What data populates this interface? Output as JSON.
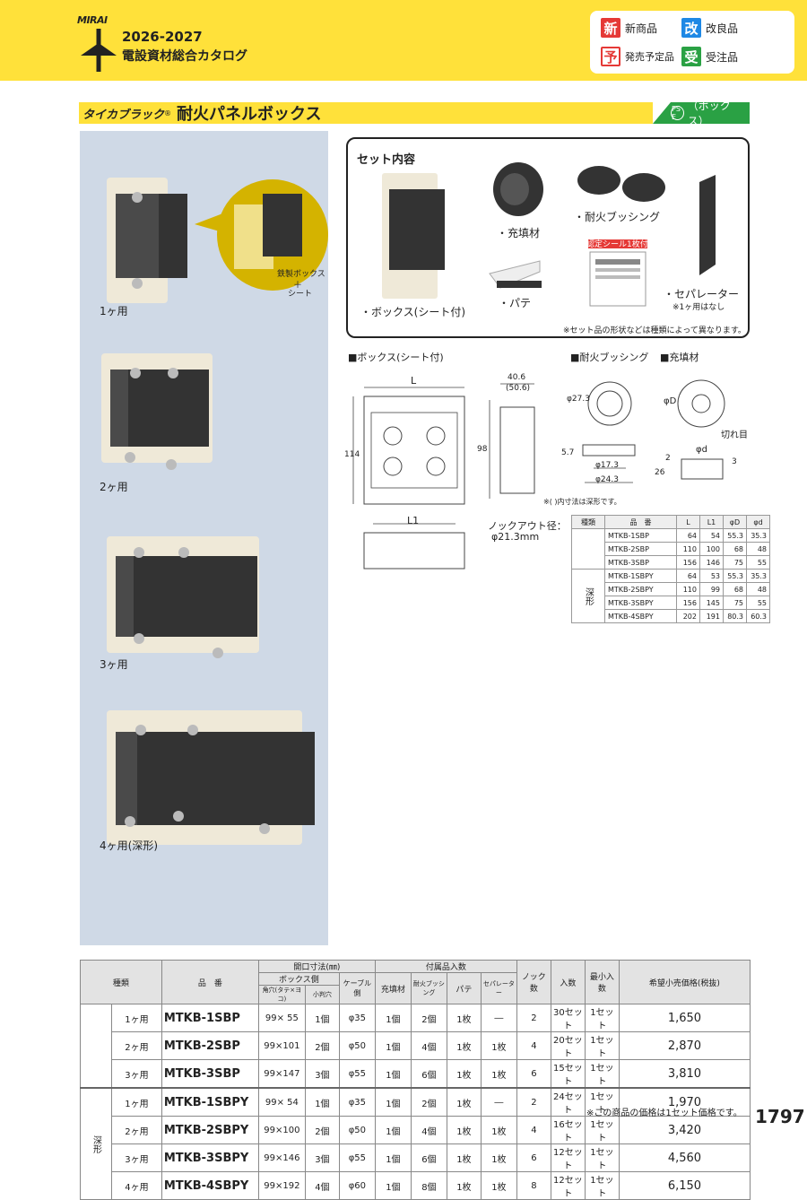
{
  "header": {
    "brand": "MIRAI",
    "year": "2026-2027",
    "catalog_title": "電設資材総合カタログ",
    "legend": [
      {
        "mark": "新",
        "label": "新商品",
        "color": "#e53936"
      },
      {
        "mark": "改",
        "label": "改良品",
        "color": "#1e88e5"
      },
      {
        "mark": "予",
        "label": "発売予定品",
        "color": "#e53936"
      },
      {
        "mark": "受",
        "label": "受注品",
        "color": "#2aa144"
      }
    ]
  },
  "title_bar": {
    "brand": "タイカブラック",
    "reg": "®",
    "product": "耐火パネルボックス",
    "pse": "PS E",
    "pse_label": "（ボックス）"
  },
  "photos": {
    "labels": [
      "1ヶ用",
      "2ヶ用",
      "3ヶ用",
      "4ヶ用(深形)"
    ],
    "callout": [
      "鉄製ボックス",
      "＋",
      "シート"
    ]
  },
  "set_contents": {
    "title": "セット内容",
    "box": "・ボックス(シート付)",
    "filler": "・充填材",
    "bushing": "・耐火ブッシング",
    "putty": "・パテ",
    "seal": "認定シール1枚付",
    "separator": "・セパレーター",
    "separator_note": "※1ヶ用はなし",
    "note": "※セット品の形状などは種類によって異なります。"
  },
  "drawings": {
    "box_title": "■ボックス(シート付)",
    "bushing_title": "■耐火ブッシング",
    "filler_title": "■充填材",
    "dim_L": "L",
    "dim_L1": "L1",
    "dim_114": "114",
    "dim_98": "98",
    "dim_depth": "40.6",
    "dim_depth2": "(50.6)",
    "knockout": "ノックアウト径：",
    "knockout_dia": "φ21.3mm",
    "paren_note": "※(  )内寸法は深形です。",
    "b_273": "φ27.3",
    "b_57": "5.7",
    "b_173": "φ17.3",
    "b_243": "φ24.3",
    "f_D": "φD",
    "f_cut": "切れ目",
    "f_d": "φd",
    "f_2": "2",
    "f_26": "26",
    "f_3": "3"
  },
  "spec_table": {
    "headers": [
      "種類",
      "品　番",
      "L",
      "L1",
      "φD",
      "φd"
    ],
    "deep_label": "深形",
    "rows": [
      [
        "MTKB-1SBP",
        "64",
        "54",
        "55.3",
        "35.3"
      ],
      [
        "MTKB-2SBP",
        "110",
        "100",
        "68",
        "48"
      ],
      [
        "MTKB-3SBP",
        "156",
        "146",
        "75",
        "55"
      ],
      [
        "MTKB-1SBPY",
        "64",
        "53",
        "55.3",
        "35.3"
      ],
      [
        "MTKB-2SBPY",
        "110",
        "99",
        "68",
        "48"
      ],
      [
        "MTKB-3SBPY",
        "156",
        "145",
        "75",
        "55"
      ],
      [
        "MTKB-4SBPY",
        "202",
        "191",
        "80.3",
        "60.3"
      ]
    ]
  },
  "price_table": {
    "h_type": "種類",
    "h_code": "品　番",
    "h_opening": "開口寸法(㎜)",
    "h_box_side": "ボックス側",
    "h_square": "角穴(タテ×ヨコ)",
    "h_small": "小判穴",
    "h_cable": "ケーブル側",
    "h_acc": "付属品入数",
    "h_filler": "充填材",
    "h_bushing": "耐火ブッシング",
    "h_putty": "パテ",
    "h_sep": "セパレーター",
    "h_knock": "ノック数",
    "h_qty": "入数",
    "h_min": "最小入数",
    "h_price": "希望小売価格(税抜)",
    "deep_label": "深形",
    "rows": [
      [
        "1ヶ用",
        "MTKB-1SBP",
        "99× 55",
        "1個",
        "φ35",
        "1個",
        "2個",
        "1枚",
        "―",
        "2",
        "30セット",
        "1セット",
        "1,650"
      ],
      [
        "2ヶ用",
        "MTKB-2SBP",
        "99×101",
        "2個",
        "φ50",
        "1個",
        "4個",
        "1枚",
        "1枚",
        "4",
        "20セット",
        "1セット",
        "2,870"
      ],
      [
        "3ヶ用",
        "MTKB-3SBP",
        "99×147",
        "3個",
        "φ55",
        "1個",
        "6個",
        "1枚",
        "1枚",
        "6",
        "15セット",
        "1セット",
        "3,810"
      ],
      [
        "1ヶ用",
        "MTKB-1SBPY",
        "99× 54",
        "1個",
        "φ35",
        "1個",
        "2個",
        "1枚",
        "―",
        "2",
        "24セット",
        "1セット",
        "1,970"
      ],
      [
        "2ヶ用",
        "MTKB-2SBPY",
        "99×100",
        "2個",
        "φ50",
        "1個",
        "4個",
        "1枚",
        "1枚",
        "4",
        "16セット",
        "1セット",
        "3,420"
      ],
      [
        "3ヶ用",
        "MTKB-3SBPY",
        "99×146",
        "3個",
        "φ55",
        "1個",
        "6個",
        "1枚",
        "1枚",
        "6",
        "12セット",
        "1セット",
        "4,560"
      ],
      [
        "4ヶ用",
        "MTKB-4SBPY",
        "99×192",
        "4個",
        "φ60",
        "1個",
        "8個",
        "1枚",
        "1枚",
        "8",
        "12セット",
        "1セット",
        "6,150"
      ]
    ]
  },
  "footnote": "※この商品の価格は1セット価格です。",
  "page_number": "1797"
}
